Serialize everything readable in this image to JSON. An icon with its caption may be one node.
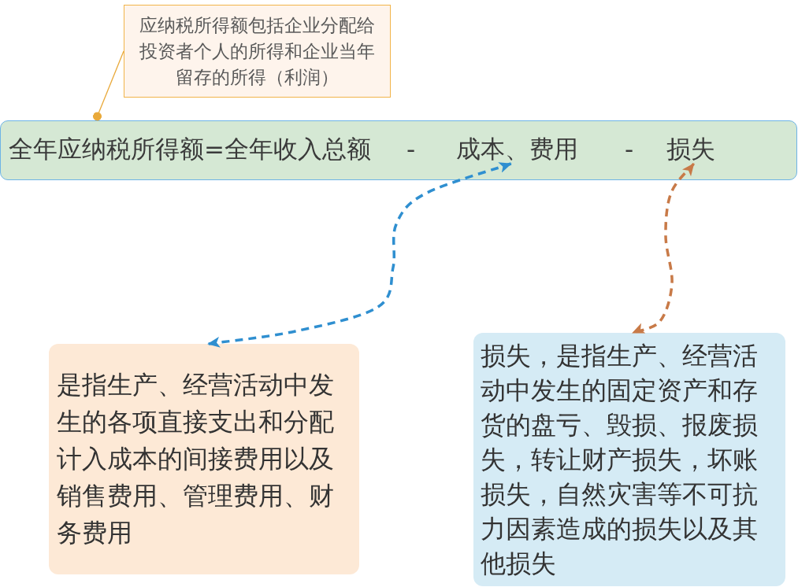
{
  "diagram": {
    "nodes": [
      {
        "text": [
          "应纳税所得额包括企业分配给投资者个人的所得和企业当年留存的所得（利润）"
        ]
      },
      {
        "text": [
          "全年应纳税所得额=全年收入总额",
          "-",
          "-"
        ]
      },
      {
        "text": [
          "成本、费用"
        ],
        "in": 1
      },
      {
        "text": [
          "损失"
        ],
        "in": 1
      },
      {
        "text": [
          "是指生产、经营活动中发生的各项直接支出和分配计入成本的间接费用以及销售费用、管理费用、财务费用"
        ]
      },
      {
        "text": [
          "损失，是指生产、经营活动中发生的固定资产和存货的盘亏、毁损、报废损失，转让财产损失，坏账损失，自然灾害等不可抗力因素造成的损失以及其他损失"
        ]
      }
    ],
    "edges": [
      {
        "from": 0,
        "to": 1,
        "arrow": "other",
        "color": "#e9a93a"
      },
      {
        "from": 2,
        "to": 4,
        "arrow": "both",
        "style": "dashed",
        "color": "#2f8fd0"
      },
      {
        "from": 3,
        "to": 5,
        "arrow": "both",
        "style": "dashed",
        "color": "#c87a48"
      }
    ]
  }
}
